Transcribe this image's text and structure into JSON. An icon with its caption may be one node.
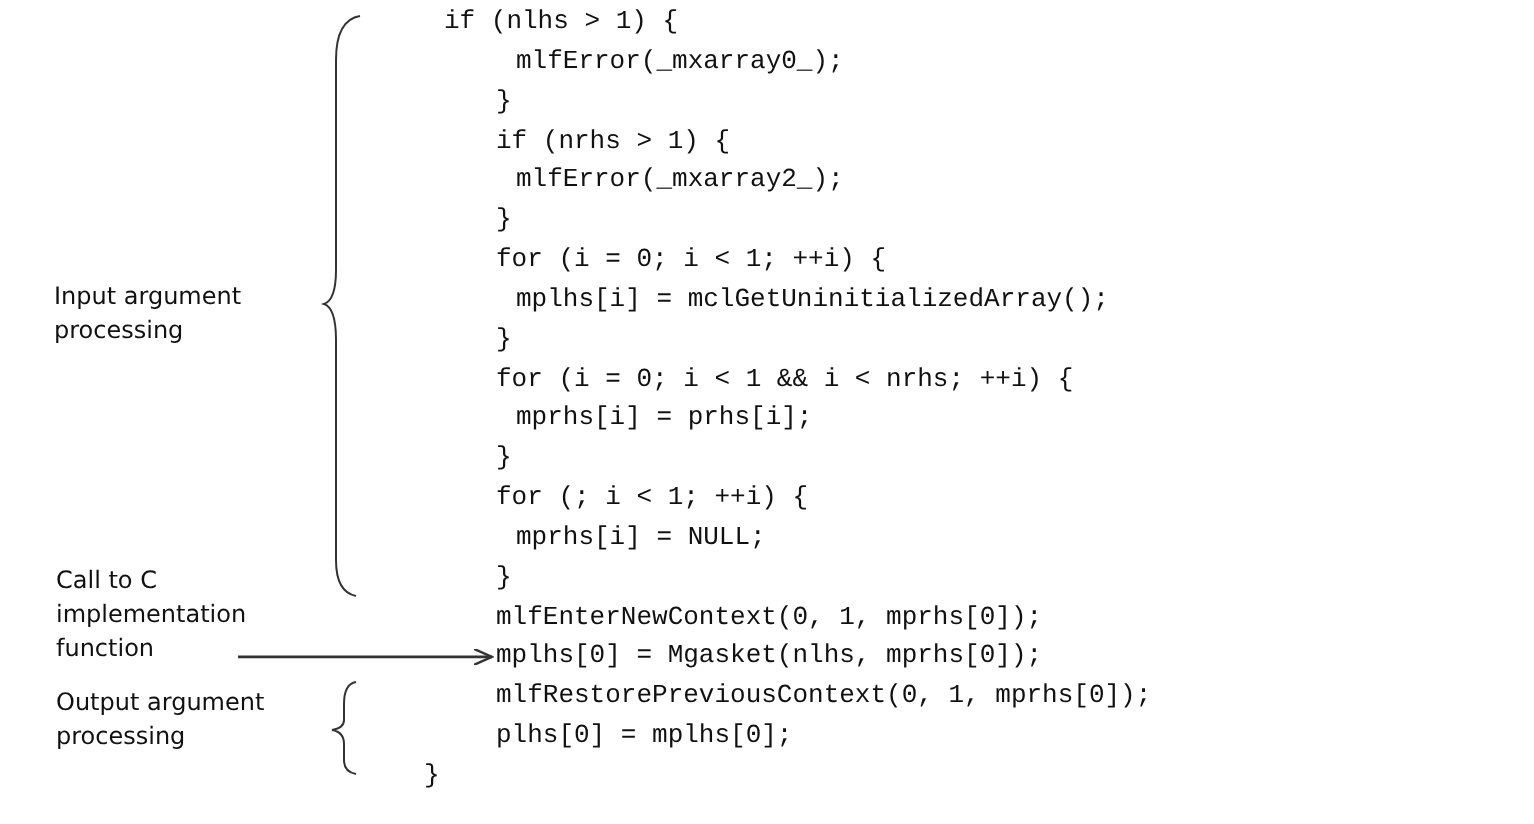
{
  "diagram": {
    "nodes": [
      {
        "text": [
          "Call to C implementation function"
        ]
      },
      {
        "text": [
          "mplhs[0] = Mgasket(nlhs, mprhs[0]);"
        ]
      }
    ],
    "edges": [
      {
        "from": 0,
        "to": 1,
        "arrow": "to"
      }
    ],
    "labels": [
      "Input argument processing",
      "Output argument processing",
      "if (nlhs > 1) {",
      "mlfError(_mxarray0_);",
      "}",
      "if (nrhs > 1) {",
      "mlfError(_mxarray2_);",
      "}",
      "for (i = 0; i < 1; ++i) {",
      "mplhs[i] = mclGetUninitializedArray();",
      "}",
      "for (i = 0; i < 1 && i < nrhs; ++i) {",
      "mprhs[i] = prhs[i];",
      "}",
      "for (; i < 1; ++i) {",
      "mprhs[i] = NULL;",
      "}",
      "mlfEnterNewContext(0, 1, mprhs[0]);",
      "mlfRestorePreviousContext(0, 1, mprhs[0]);",
      "plhs[0] = mplhs[0];",
      "}"
    ]
  }
}
